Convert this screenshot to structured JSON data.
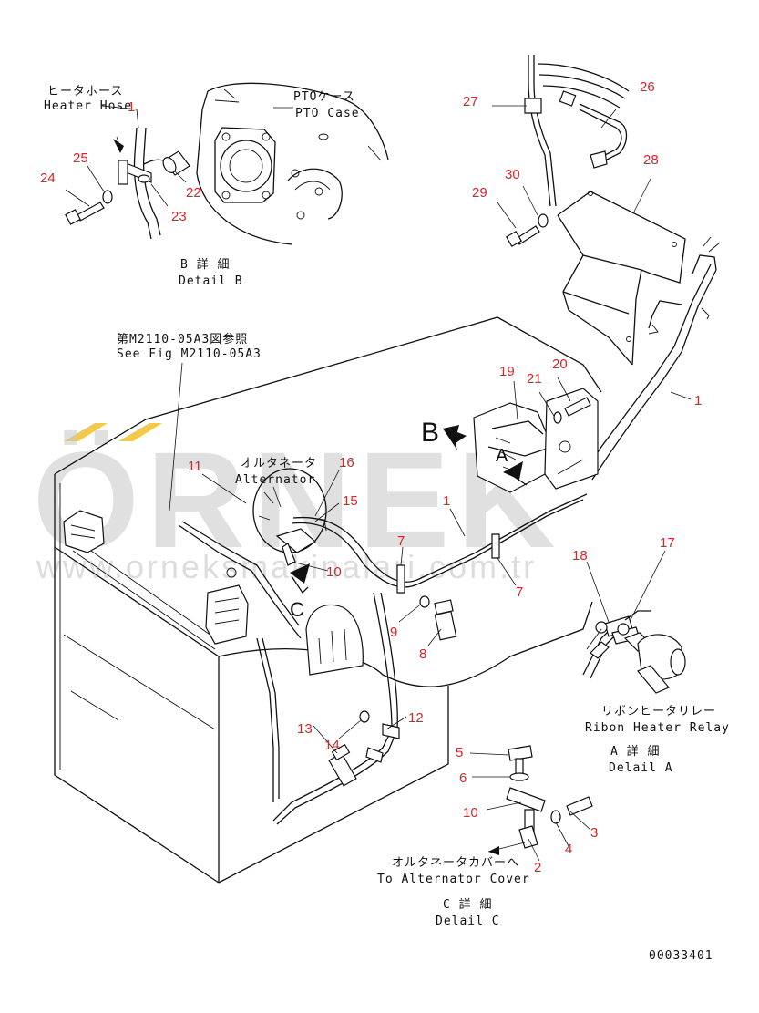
{
  "watermark": {
    "brand": "ÖRNEK",
    "url": "www.orneksmakinalari.com.tr",
    "color": "#f2c94c"
  },
  "labels": {
    "heater_hose_ja": "ヒータホース",
    "heater_hose_en": "Heater Hose",
    "pto_case_ja": "PTOケース",
    "pto_case_en": "PTO Case",
    "detail_b_ja": "B 詳 細",
    "detail_b_en": "Detail B",
    "see_fig_ja": "第M2110-05A3図参照",
    "see_fig_en": "See Fig M2110-05A3",
    "alternator_ja": "オルタネータ",
    "alternator_en": "Alternator",
    "ribbon_relay_ja": "リボンヒータリレー",
    "ribbon_relay_en": "Ribon Heater Relay",
    "detail_a_ja": "A 詳 細",
    "detail_a_en": "Delail A",
    "alt_cover_ja": "オルタネータカバーへ",
    "alt_cover_en": "To Alternator Cover",
    "detail_c_ja": "C 詳 細",
    "detail_c_en": "Delail C",
    "drawing_no": "00033401",
    "view_b": "B",
    "view_a": "A",
    "view_c": "C"
  },
  "callouts": [
    "1",
    "25",
    "24",
    "22",
    "23",
    "27",
    "26",
    "30",
    "28",
    "29",
    "19",
    "20",
    "21",
    "1",
    "11",
    "16",
    "15",
    "1",
    "7",
    "10",
    "7",
    "9",
    "8",
    "13",
    "12",
    "14",
    "18",
    "17",
    "5",
    "6",
    "10",
    "3",
    "4",
    "2"
  ]
}
